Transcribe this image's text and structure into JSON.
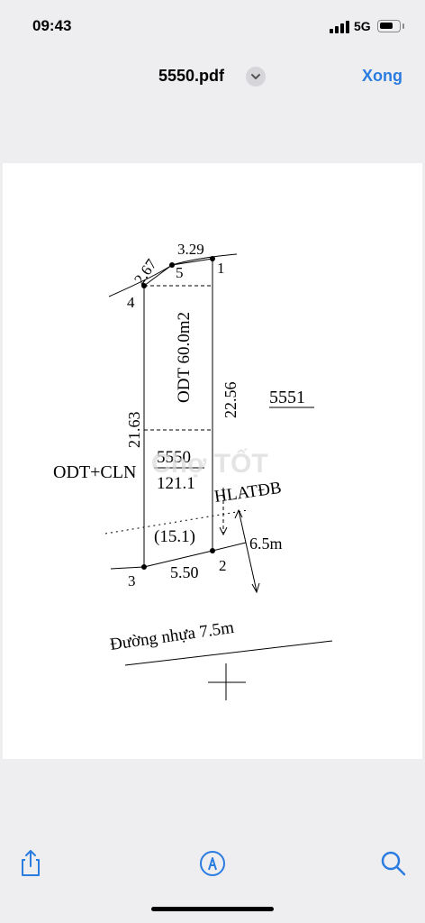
{
  "status_bar": {
    "time": "09:43",
    "network": "5G",
    "signal_icon": "signal-bars-icon",
    "battery_icon": "battery-icon"
  },
  "nav": {
    "title": "5550.pdf",
    "chevron_icon": "chevron-down-icon",
    "done_label": "Xong",
    "accent_color": "#2b7ce0"
  },
  "plan": {
    "side_top_left": "2.67",
    "side_top_right": "3.29",
    "point_1": "1",
    "point_2": "2",
    "point_3": "3",
    "point_4": "4",
    "point_5": "5",
    "area_odt": "ODT 60.0m2",
    "side_right": "22.56",
    "side_left": "21.63",
    "parcel_number": "5550",
    "parcel_area": "121.1",
    "neighbor_parcel": "5551",
    "land_type": "ODT+CLN",
    "boundary_label": "HLATĐB",
    "setback_area": "(15.1)",
    "side_bottom": "5.50",
    "setback_width": "6.5m",
    "road_label": "Đường nhựa 7.5m",
    "watermark": "Chợ TỐT"
  },
  "toolbar": {
    "share_icon": "share-icon",
    "markup_icon": "markup-pen-icon",
    "search_icon": "search-icon"
  }
}
